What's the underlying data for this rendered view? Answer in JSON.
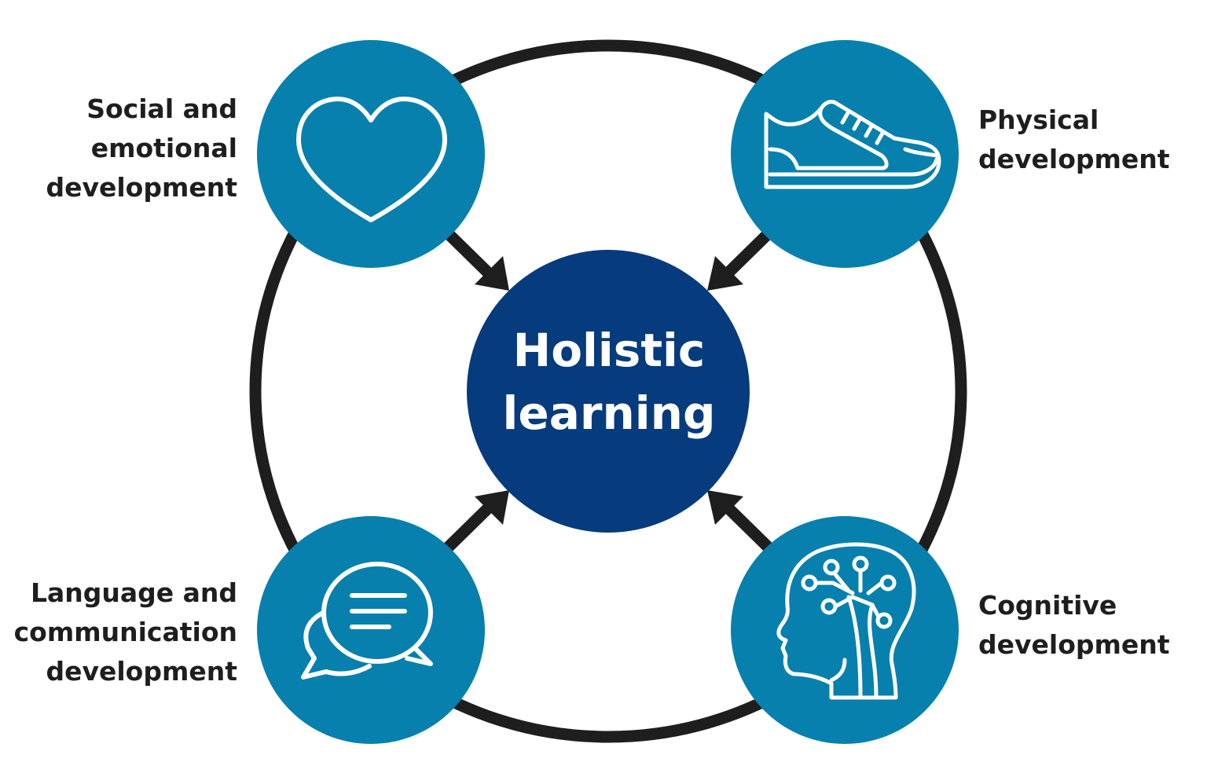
{
  "center": {
    "line1": "Holistic",
    "line2": "learning"
  },
  "nodes": [
    {
      "id": "social",
      "lines": [
        "Social and",
        "emotional",
        "development"
      ],
      "icon": "heart-icon"
    },
    {
      "id": "physical",
      "lines": [
        "Physical",
        "development"
      ],
      "icon": "sneaker-icon"
    },
    {
      "id": "language",
      "lines": [
        "Language and",
        "communication",
        "development"
      ],
      "icon": "speech-bubbles-icon"
    },
    {
      "id": "cognitive",
      "lines": [
        "Cognitive",
        "development"
      ],
      "icon": "brain-head-icon"
    }
  ],
  "colors": {
    "center_fill": "#063b7d",
    "node_fill": "#0780ad",
    "ring_stroke": "#1e1e1e",
    "arrow": "#1e1e1e",
    "icon_stroke": "#ffffff",
    "text": "#1e1e1e"
  }
}
